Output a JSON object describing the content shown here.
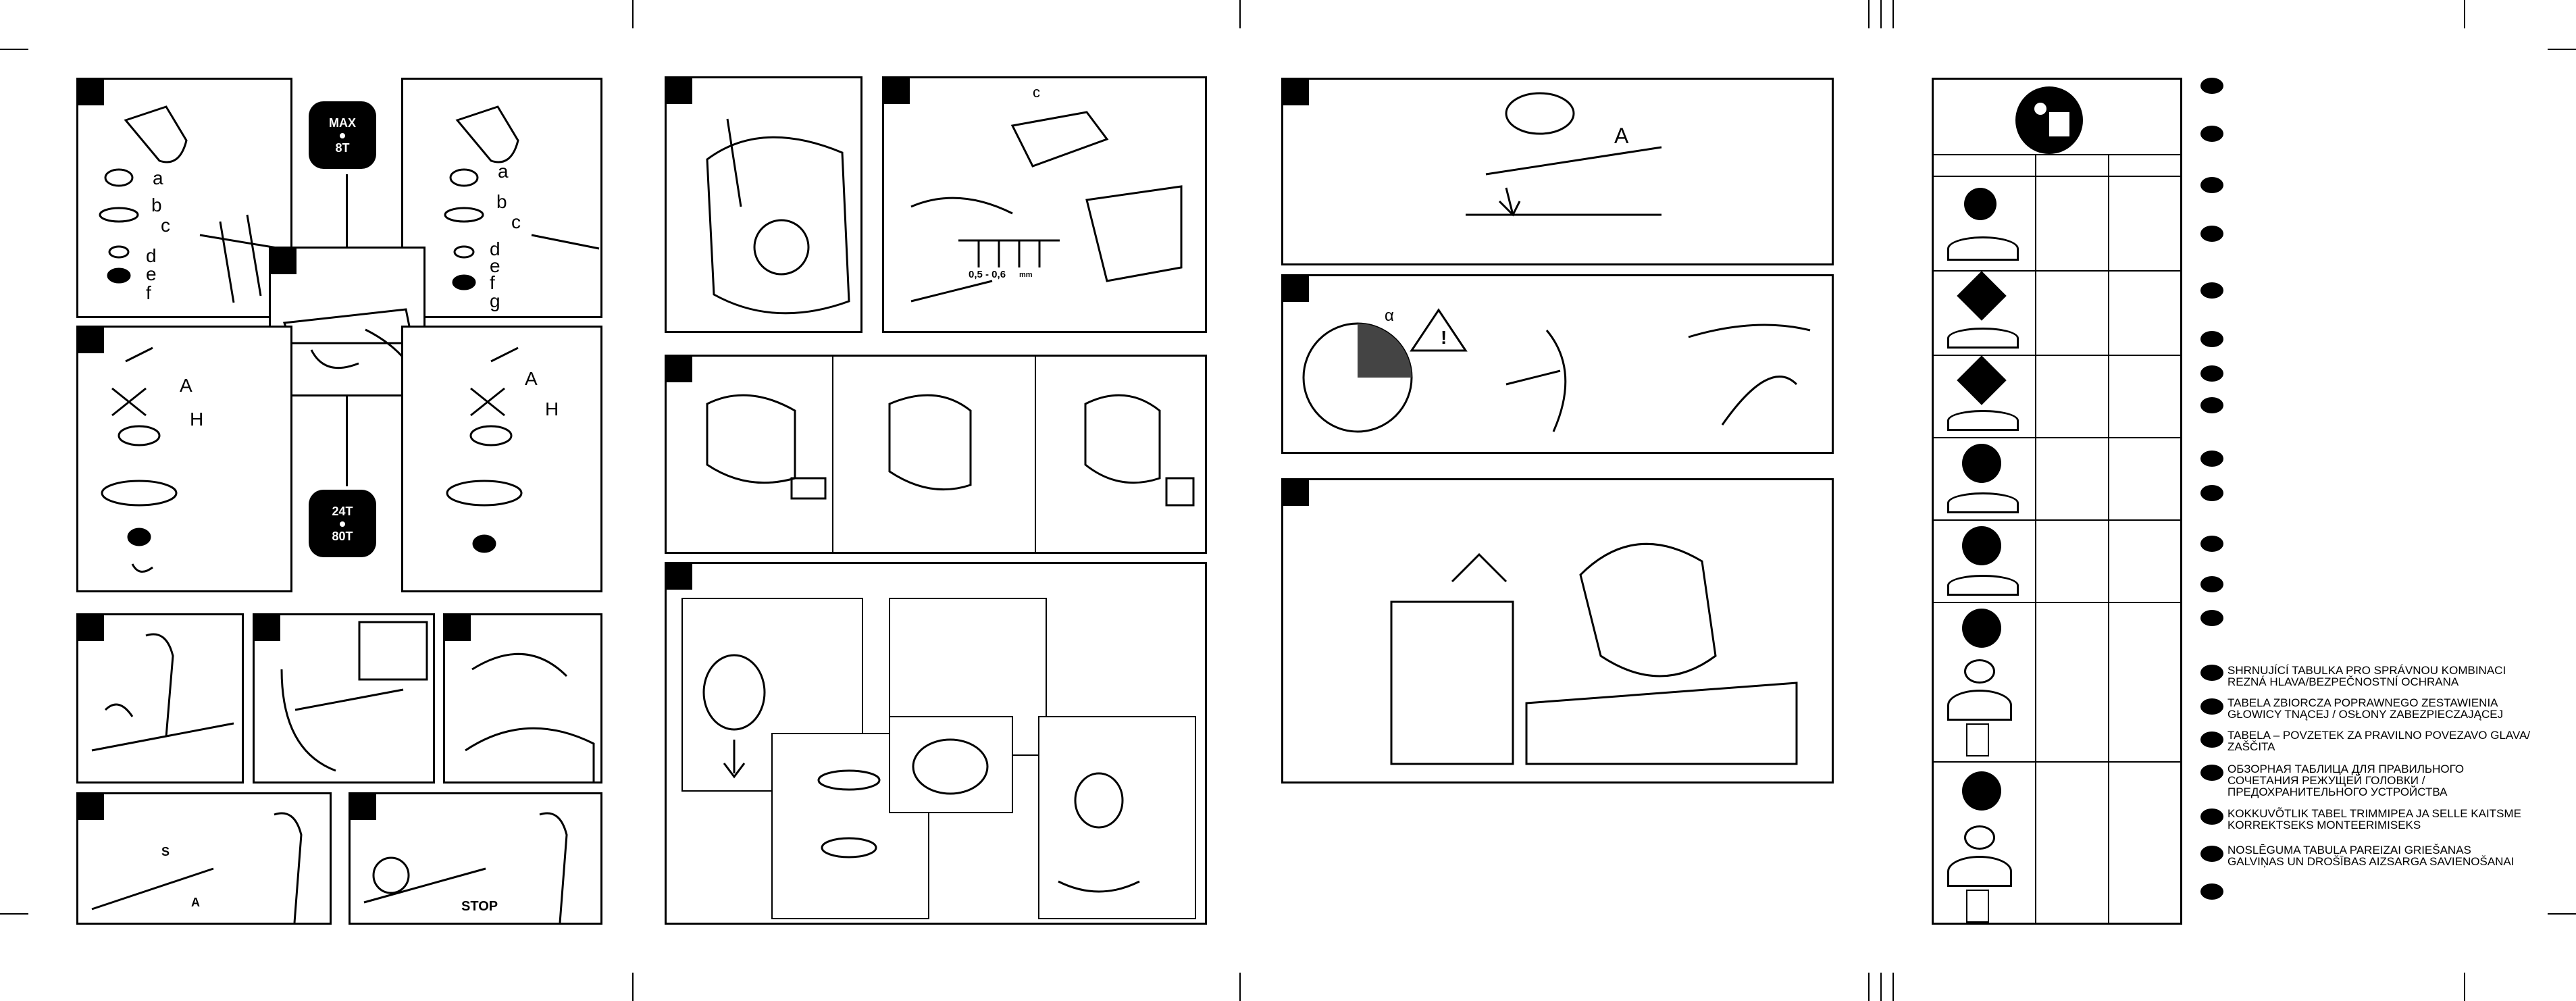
{
  "figure_labels": {
    "a": "a",
    "b": "b",
    "c": "c",
    "d": "d",
    "e": "e",
    "f": "f",
    "g": "g",
    "A": "A",
    "H": "H",
    "S": "S",
    "stop": "STOP",
    "gap": "0,5 - 0,6",
    "gap_unit": "mm",
    "alpha": "α"
  },
  "badges": {
    "max": {
      "line1": "MAX",
      "line2": "8T"
    },
    "teeth": {
      "line1": "24T",
      "line2": "80T"
    }
  },
  "table_header_icon": "read-manual-icon",
  "warning_icon": "warning-triangle-icon",
  "languages": [
    {
      "text": "SHRNUJÍCÍ TABULKA PRO SPRÁVNOU KOMBINACI\nREZNÁ HLAVA/BEZPEČNOSTNÍ OCHRANA"
    },
    {
      "text": "TABELA ZBIORCZA POPRAWNEGO ZESTAWIENIA\nGŁOWICY TNĄCEJ / OSŁONY ZABEZPIECZAJĄCEJ"
    },
    {
      "text": "TABELA – POVZETEK ZA PRAVILNO POVEZAVO GLAVA/\nZAŠČITA"
    },
    {
      "text": "ОБЗОРНАЯ ТАБЛИЦА ДЛЯ ПРАВИЛЬНОГО\nСОЧЕТАНИЯ РЕЖУЩЕЙ ГОЛОВКИ /\nПРЕДОХРАНИТЕЛЬНОГО УСТРОЙСТВА"
    },
    {
      "text": "KOKKUVÕTLIK TABEL TRIMMIPEA JA SELLE KAITSME\nKORREKTSEKS MONTEERIMISEKS"
    },
    {
      "text": "NOSLĒGUMA TABULA PAREIZAI GRIEŠANAS\nGALVIŅAS UN DROŠĪBAS AIZSARGA SAVIENOŠANAI"
    }
  ]
}
